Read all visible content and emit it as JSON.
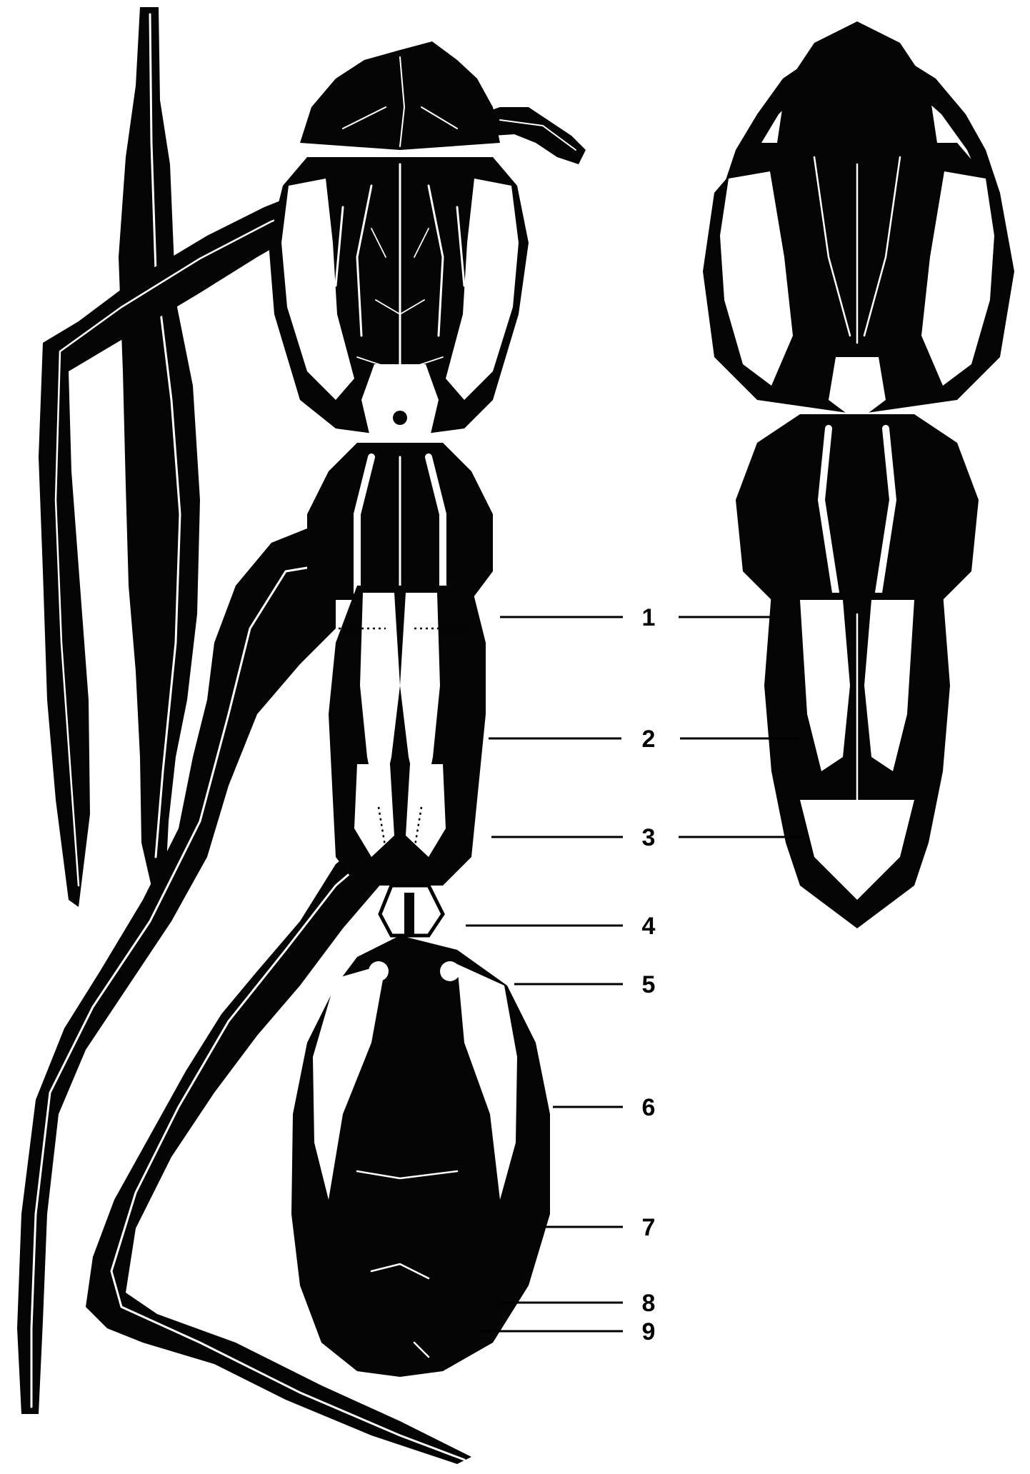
{
  "figure": {
    "labels": [
      "1",
      "2",
      "3",
      "4",
      "5",
      "6",
      "7",
      "8",
      "9"
    ],
    "colors": {
      "ink": "#050505",
      "paper": "#ffffff"
    },
    "views": [
      "dorsal-with-legs",
      "ventral"
    ]
  }
}
